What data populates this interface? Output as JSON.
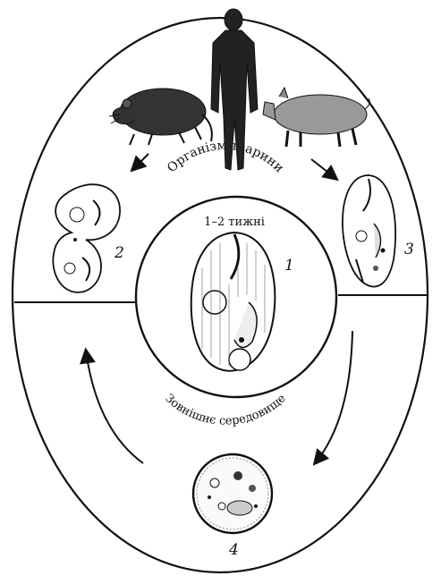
{
  "diagram": {
    "host_label": "Організм тварини",
    "duration_label": "1–2 тижні",
    "environment_label": "Зовнішнє середовище",
    "stages": [
      {
        "number": "1",
        "icon": "trophozoite-icon"
      },
      {
        "number": "2",
        "icon": "dividing-cell-icon"
      },
      {
        "number": "3",
        "icon": "trophozoite-icon"
      },
      {
        "number": "4",
        "icon": "cyst-icon"
      }
    ],
    "hosts": [
      "rat-icon",
      "human-icon",
      "pig-icon"
    ]
  }
}
